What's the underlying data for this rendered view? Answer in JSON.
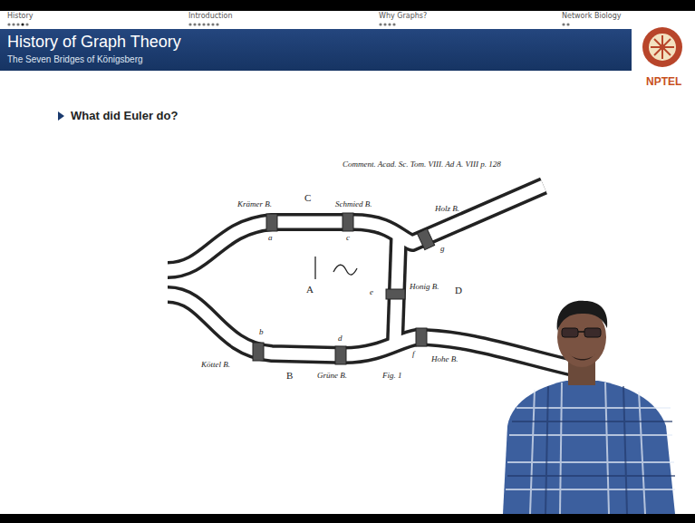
{
  "diagram": {
    "nodes": [
      {
        "text": [
          "History of Graph Theory",
          "The Seven Bridges of Königsberg"
        ]
      }
    ],
    "labels": [
      "History",
      "Introduction",
      "Why Graphs?",
      "Network Biology",
      "NPTEL",
      "What did Euler do?",
      "Comment. Acad. Sc. Tom. VIII. Ad A. VIII p. 128",
      "Krämer B.",
      "C",
      "Schmied B.",
      "Holz B.",
      "A",
      "Honig B.",
      "D",
      "Hohe B.",
      "Köttel B.",
      "B",
      "Grüne B.",
      "Fig. 1",
      "a",
      "b",
      "c",
      "d",
      "e",
      "f",
      "g"
    ]
  }
}
